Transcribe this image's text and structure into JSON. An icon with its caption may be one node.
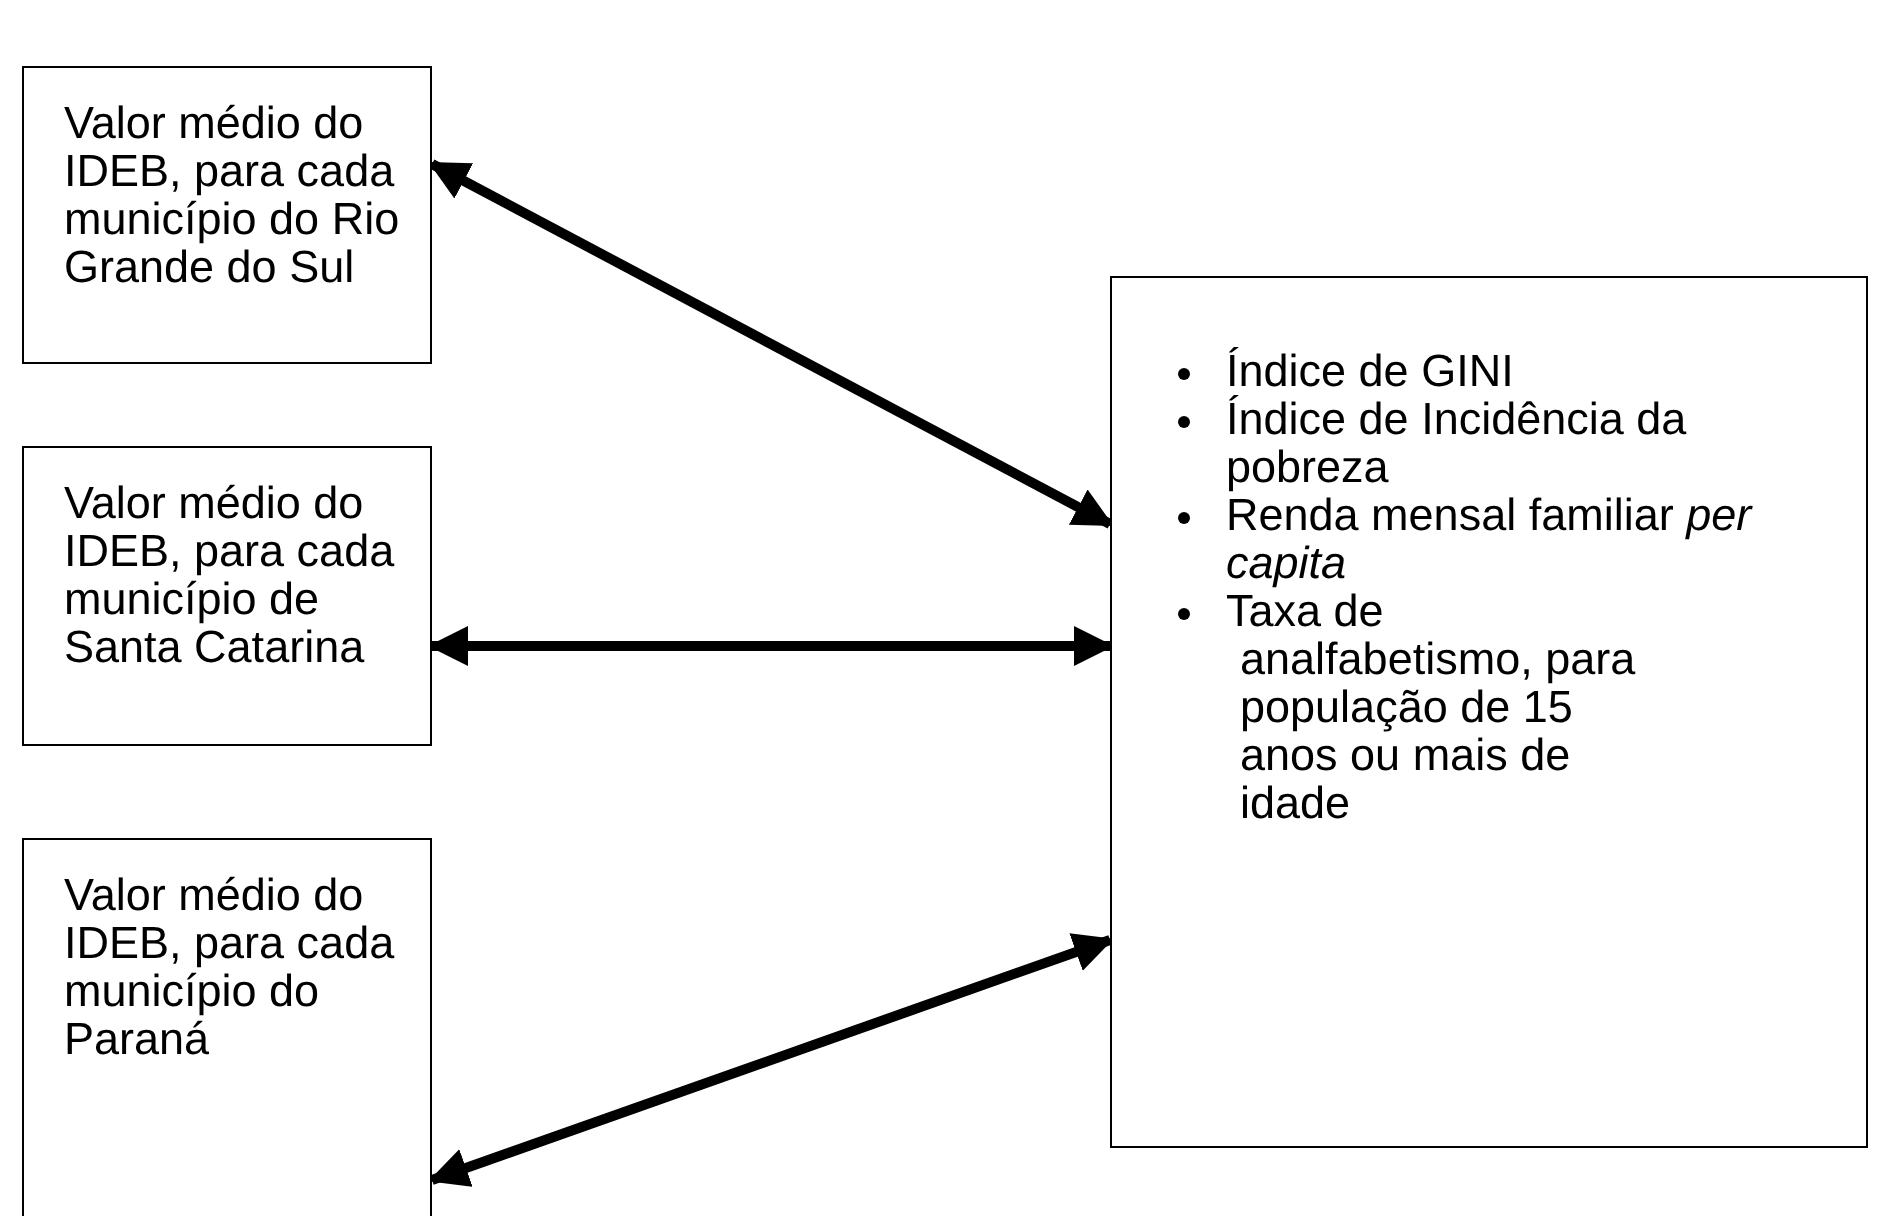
{
  "diagram": {
    "nodes": [
      {
        "text": [
          "Valor médio do IDEB, para cada município do Rio Grande do Sul"
        ]
      },
      {
        "text": [
          "Valor médio do IDEB, para cada município de Santa Catarina"
        ]
      },
      {
        "text": [
          "Valor médio do IDEB, para cada município do Paraná"
        ]
      },
      {
        "text": [
          "Índice de GINI",
          "Índice de Incidência da pobreza",
          "Renda mensal familiar *per capita*",
          "Taxa de analfabetismo, para população de 15 anos ou mais de idade"
        ]
      }
    ],
    "edges": [
      {
        "from": 3,
        "to": 0,
        "arrow": "both"
      },
      {
        "from": 1,
        "to": 3,
        "arrow": "both"
      },
      {
        "from": 3,
        "to": 2,
        "arrow": "both"
      }
    ]
  }
}
